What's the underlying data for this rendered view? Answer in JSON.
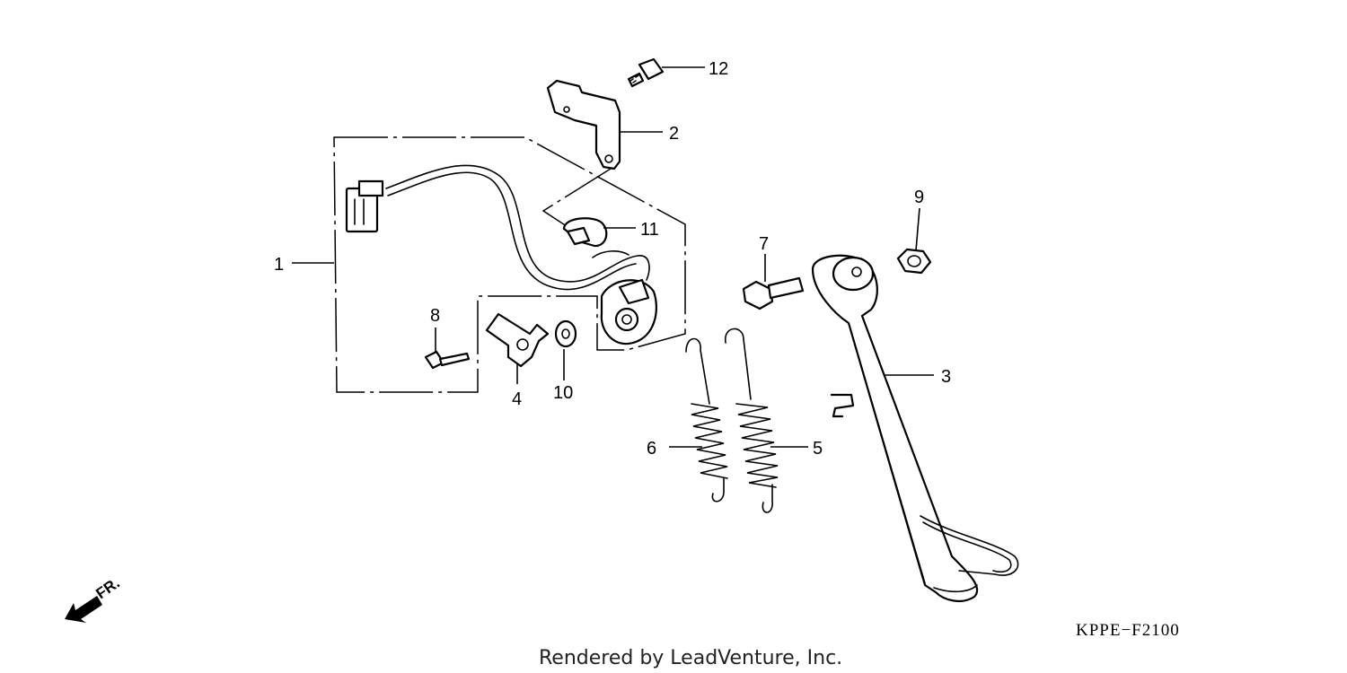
{
  "callouts": [
    {
      "id": "1",
      "part": "wire-harness"
    },
    {
      "id": "2",
      "part": "bracket"
    },
    {
      "id": "3",
      "part": "side-stand"
    },
    {
      "id": "4",
      "part": "plate"
    },
    {
      "id": "5",
      "part": "spring-large"
    },
    {
      "id": "6",
      "part": "spring-small"
    },
    {
      "id": "7",
      "part": "pivot-bolt"
    },
    {
      "id": "8",
      "part": "bolt"
    },
    {
      "id": "9",
      "part": "nut"
    },
    {
      "id": "10",
      "part": "washer"
    },
    {
      "id": "11",
      "part": "clamp"
    },
    {
      "id": "12",
      "part": "bolt-top"
    }
  ],
  "diagram_code": "KPPE−F2100",
  "credit": "Rendered by LeadVenture, Inc.",
  "direction_label": "FR.",
  "colors": {
    "line": "#000000",
    "background": "#ffffff"
  }
}
